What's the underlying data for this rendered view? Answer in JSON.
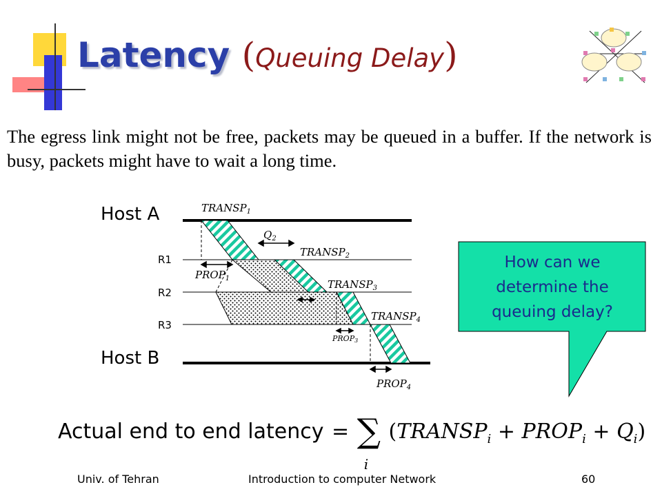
{
  "slide": {
    "title_main": "Latency",
    "title_paren_open": "(",
    "title_sub": "Queuing Delay",
    "title_paren_close": ")",
    "intro": "The egress link might not be free, packets may be queued in a buffer. If the network is busy, packets might have to wait a long time."
  },
  "diagram": {
    "hosts": {
      "a": "Host A",
      "b": "Host B"
    },
    "routers": [
      "R1",
      "R2",
      "R3"
    ],
    "labels": {
      "transp1": "TRANSP",
      "transp1_sub": "1",
      "q2": "Q",
      "q2_sub": "2",
      "transp2": "TRANSP",
      "transp2_sub": "2",
      "prop1": "PROP",
      "prop1_sub": "1",
      "transp3": "TRANSP",
      "transp3_sub": "3",
      "transp4": "TRANSP",
      "transp4_sub": "4",
      "prop3": "PROP",
      "prop3_sub": "3",
      "prop4": "PROP",
      "prop4_sub": "4"
    },
    "colors": {
      "packet_hatch": "#19c9a0",
      "queue_dots": "#000000",
      "callout_bg": "#14e0a8"
    }
  },
  "callout": {
    "text": "How can we determine the queuing delay?"
  },
  "formula": {
    "text": "Actual end to end latency",
    "equals": "=",
    "sigma": "∑",
    "index": "i",
    "term_open": "(",
    "term1": "TRANSP",
    "plus1": "+",
    "term2": "PROP",
    "plus2": "+",
    "term3": "Q",
    "sub": "i",
    "term_close": ")"
  },
  "footer": {
    "left": "Univ. of Tehran",
    "center": "Introduction to computer Network",
    "page": "60"
  }
}
